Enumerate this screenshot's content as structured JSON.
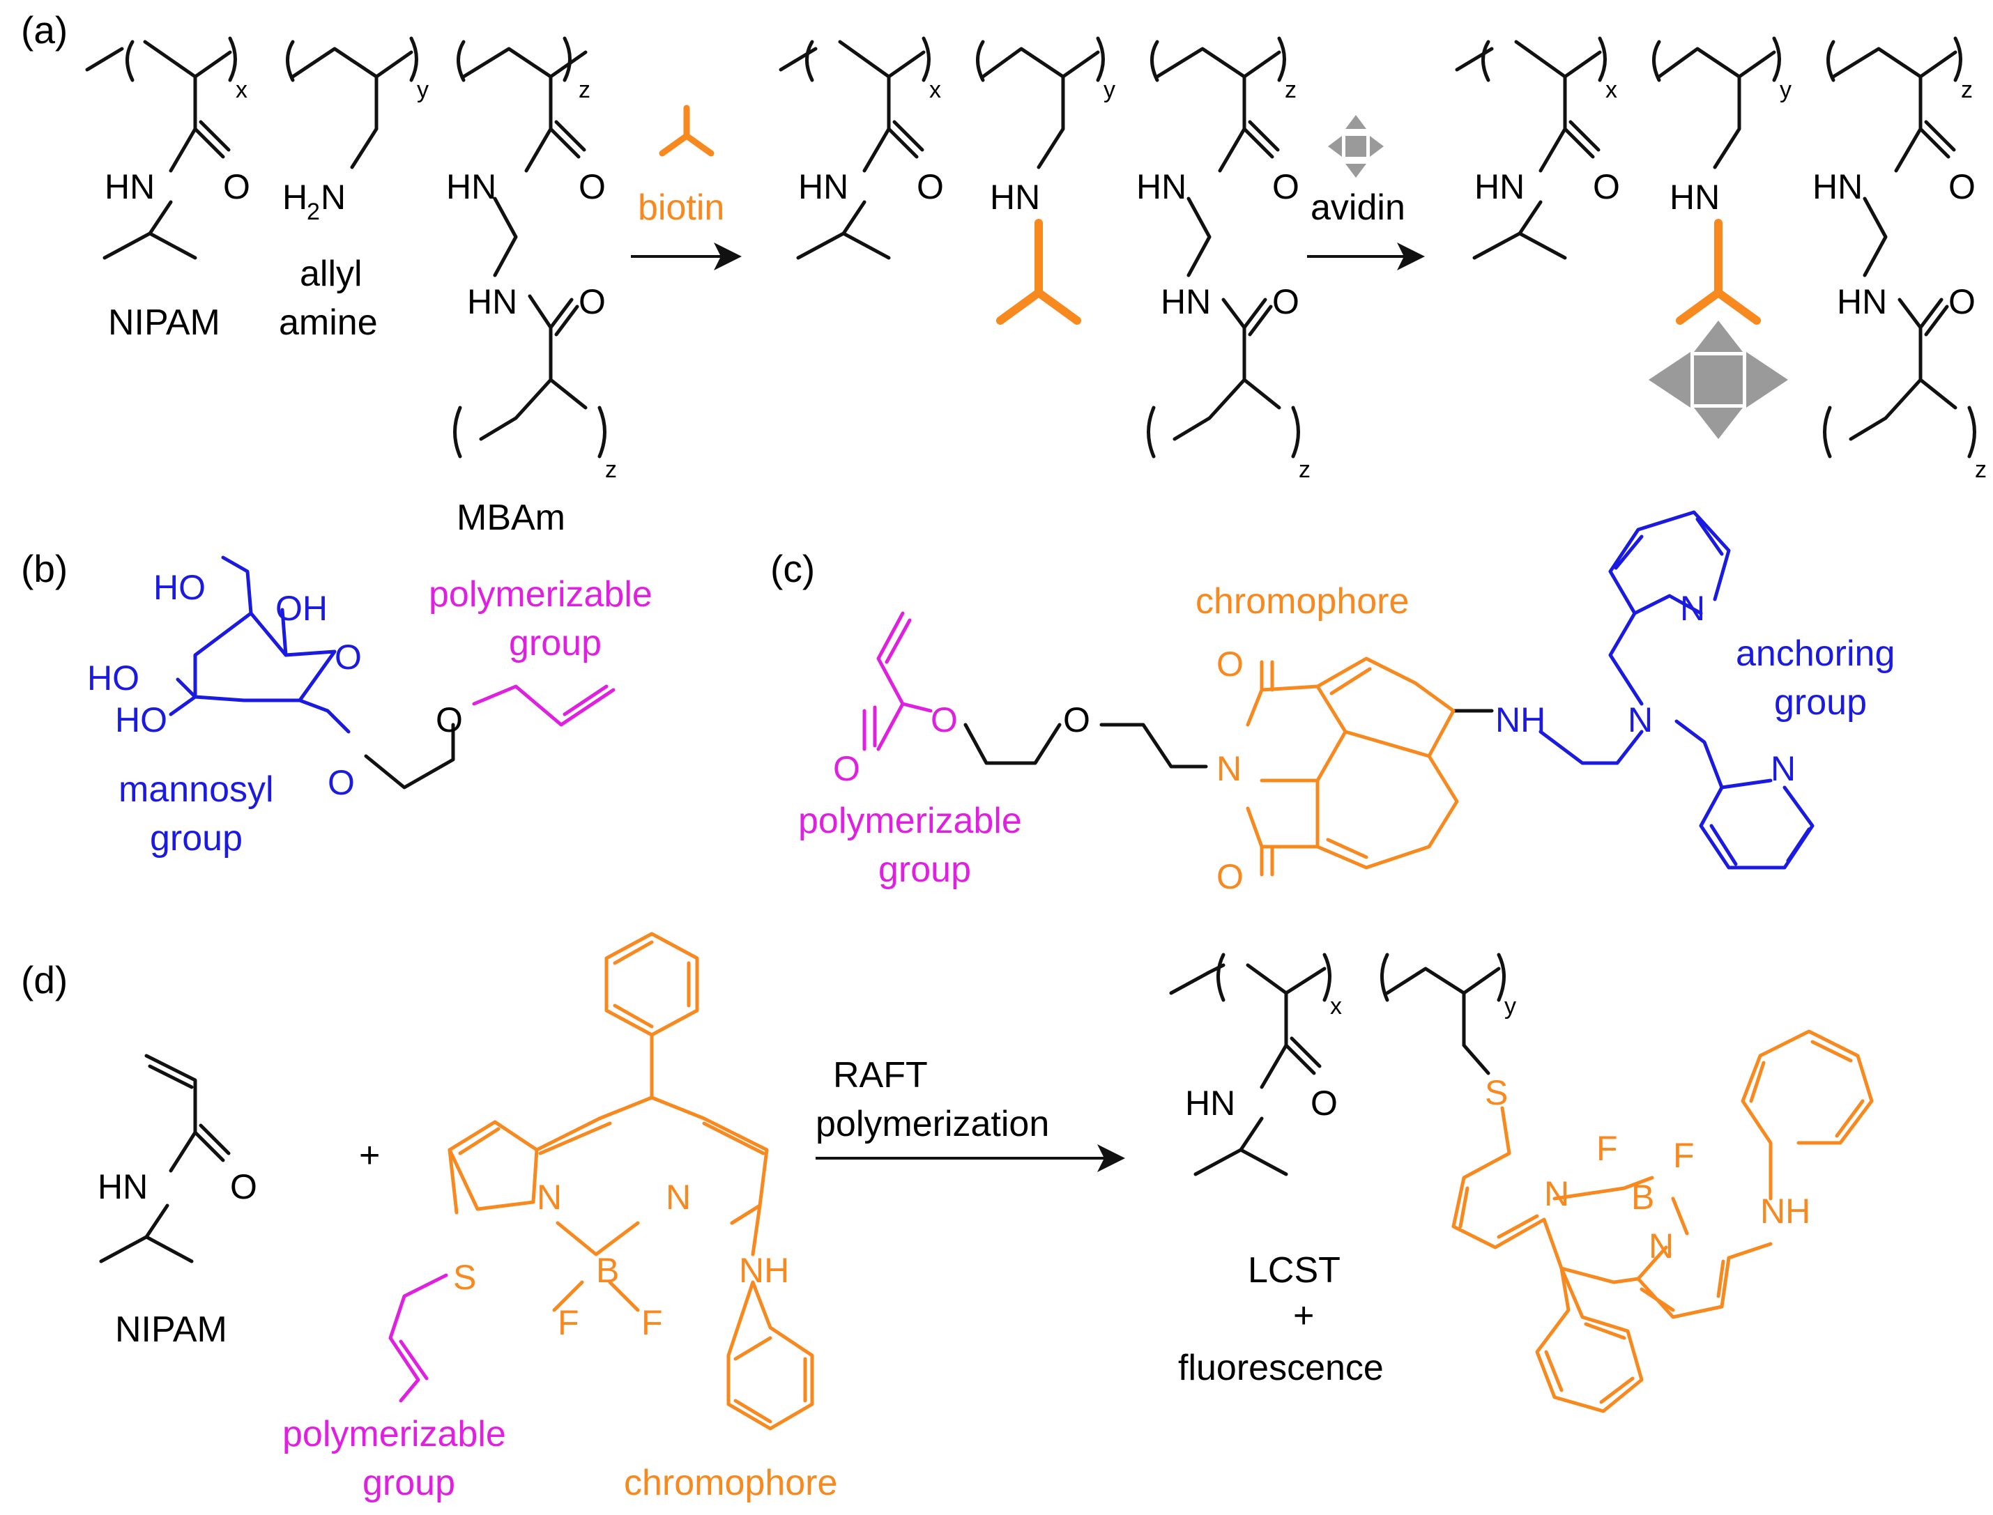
{
  "colors": {
    "black": "#111111",
    "orange": "#f7891f",
    "magenta": "#e020e0",
    "blue": "#1a1ae0",
    "gray": "#9a9a9a"
  },
  "panels": {
    "a": {
      "label": "(a)",
      "monomer_names": {
        "nipam": "NIPAM",
        "allyl_1": "allyl",
        "allyl_2": "amine",
        "mbam": "MBAm"
      },
      "atoms": {
        "hn": "HN",
        "o": "O",
        "h2n": "H",
        "h2n_sub": "2",
        "h2n_n": "N",
        "hn_short": "HN"
      },
      "subscripts": {
        "x": "x",
        "y": "y",
        "z": "z"
      },
      "step1": "biotin",
      "step2": "avidin",
      "icons": [
        "biotin-icon",
        "avidin-icon"
      ]
    },
    "b": {
      "label": "(b)",
      "atoms": {
        "ho1": "HO",
        "oh": "OH",
        "ho2": "HO",
        "ho3": "HO",
        "o": "O"
      },
      "mannosyl_1": "mannosyl",
      "mannosyl_2": "group",
      "poly_1": "polymerizable",
      "poly_2": "group"
    },
    "c": {
      "label": "(c)",
      "chromophore": "chromophore",
      "poly_1": "polymerizable",
      "poly_2": "group",
      "anchor_1": "anchoring",
      "anchor_2": "group",
      "atoms": {
        "o": "O",
        "n": "N",
        "nh": "NH"
      }
    },
    "d": {
      "label": "(d)",
      "plus": "+",
      "nipam": "NIPAM",
      "arrow_1": "RAFT",
      "arrow_2": "polymerization",
      "result_1": "LCST",
      "result_2": "+",
      "result_3": "fluorescence",
      "poly_1": "polymerizable",
      "poly_2": "group",
      "chromophore": "chromophore",
      "atoms": {
        "s": "S",
        "n": "N",
        "b": "B",
        "f": "F",
        "nh": "NH",
        "hn": "HN",
        "o": "O"
      },
      "subscripts": {
        "x": "x",
        "y": "y"
      }
    }
  }
}
